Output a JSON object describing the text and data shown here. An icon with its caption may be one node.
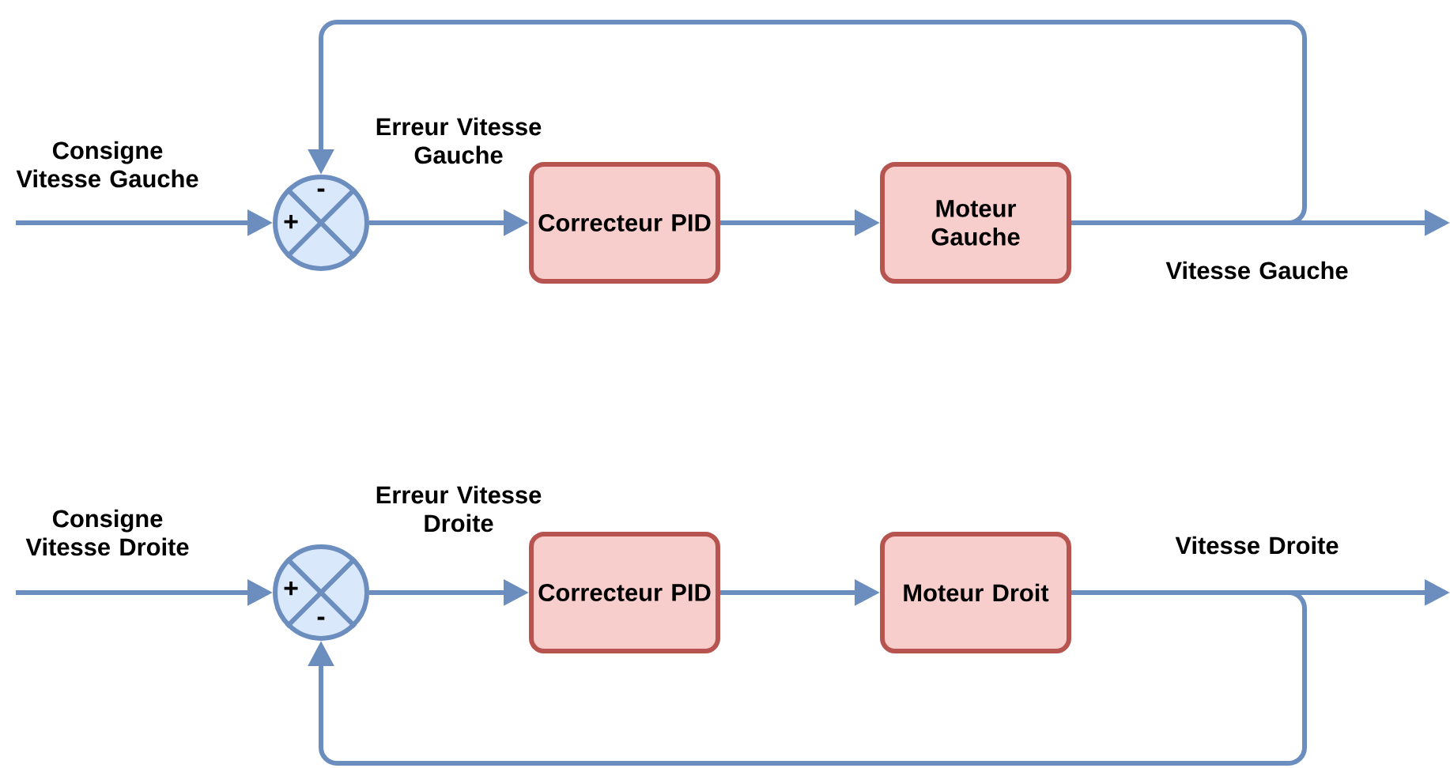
{
  "diagram": {
    "nodes": [
      {
        "text": [
          "-",
          "+"
        ]
      },
      {
        "text": [
          "Correcteur PID"
        ]
      },
      {
        "text": [
          "Moteur Gauche"
        ]
      },
      {
        "text": [
          "+",
          "-"
        ]
      },
      {
        "text": [
          "Correcteur PID"
        ]
      },
      {
        "text": [
          "Moteur Droit"
        ]
      }
    ],
    "edges": [
      {
        "from": null,
        "to": 0,
        "arrow": "to",
        "label": "Consigne Vitesse Gauche"
      },
      {
        "from": 0,
        "to": 1,
        "arrow": "to",
        "label": "Erreur Vitesse Gauche"
      },
      {
        "from": 1,
        "to": 2,
        "arrow": "to"
      },
      {
        "from": 2,
        "to": null,
        "arrow": "to",
        "label": "Vitesse Gauche"
      },
      {
        "from": 2,
        "to": 0,
        "arrow": "to"
      },
      {
        "from": null,
        "to": 3,
        "arrow": "to",
        "label": "Consigne Vitesse Droite"
      },
      {
        "from": 3,
        "to": 4,
        "arrow": "to",
        "label": "Erreur Vitesse Droite"
      },
      {
        "from": 4,
        "to": 5,
        "arrow": "to"
      },
      {
        "from": 5,
        "to": null,
        "arrow": "to",
        "label": "Vitesse Droite"
      },
      {
        "from": 5,
        "to": 3,
        "arrow": "to"
      }
    ]
  }
}
